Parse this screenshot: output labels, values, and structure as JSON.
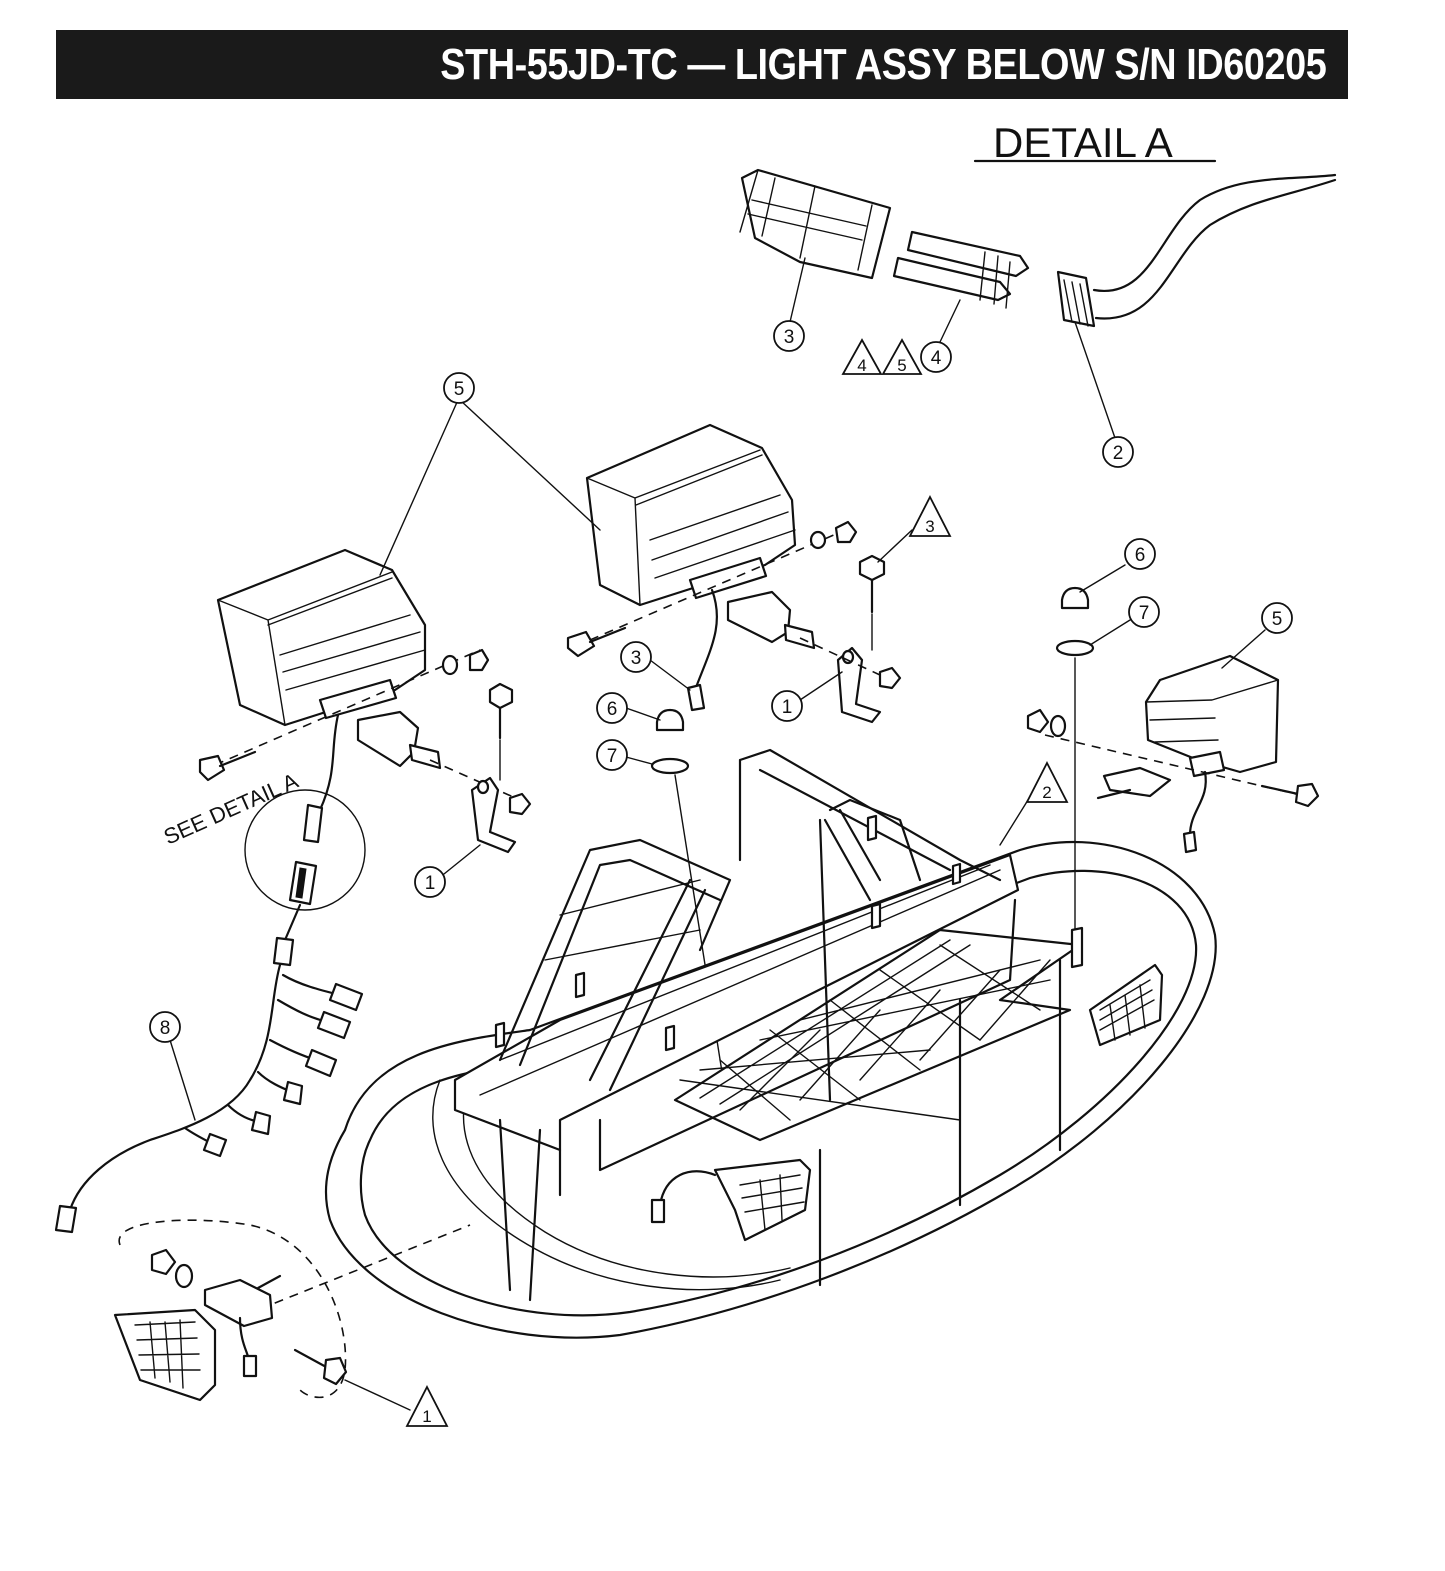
{
  "header": {
    "title": "STH-55JD-TC — LIGHT ASSY BELOW S/N  ID60205"
  },
  "detail": {
    "heading": "DETAIL A",
    "see_label": "SEE DETAIL A"
  },
  "callouts": {
    "c1a": "1",
    "c1b": "1",
    "c2": "2",
    "c3a": "3",
    "c3b": "3",
    "c4": "4",
    "c5a": "5",
    "c5b": "5",
    "c6a": "6",
    "c6b": "6",
    "c7a": "7",
    "c7b": "7",
    "c8": "8"
  },
  "notes": {
    "n1": "1",
    "n2": "2",
    "n3": "3",
    "n4": "4",
    "n5": "5"
  },
  "colors": {
    "title_bar_bg": "#1a1a1a",
    "title_text": "#ffffff",
    "line": "#111111"
  }
}
